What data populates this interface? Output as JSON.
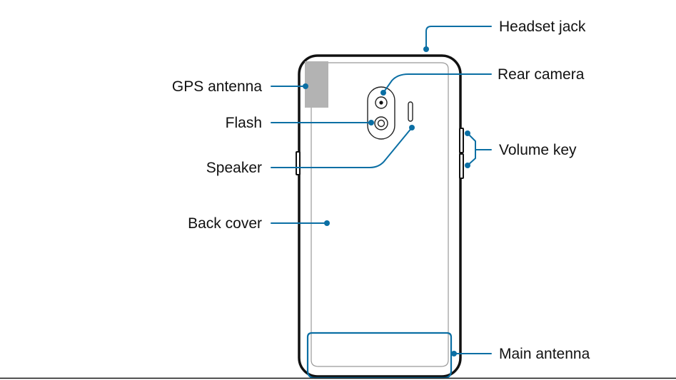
{
  "labels": {
    "headset_jack": "Headset jack",
    "gps_antenna": "GPS antenna",
    "rear_camera": "Rear camera",
    "flash": "Flash",
    "volume_key": "Volume key",
    "speaker": "Speaker",
    "back_cover": "Back cover",
    "main_antenna": "Main antenna"
  },
  "colors": {
    "callout": "#0b6fa4",
    "gps_antenna_fill": "#b3b3b3",
    "outline": "#111111",
    "bottom_rule": "#111111"
  }
}
